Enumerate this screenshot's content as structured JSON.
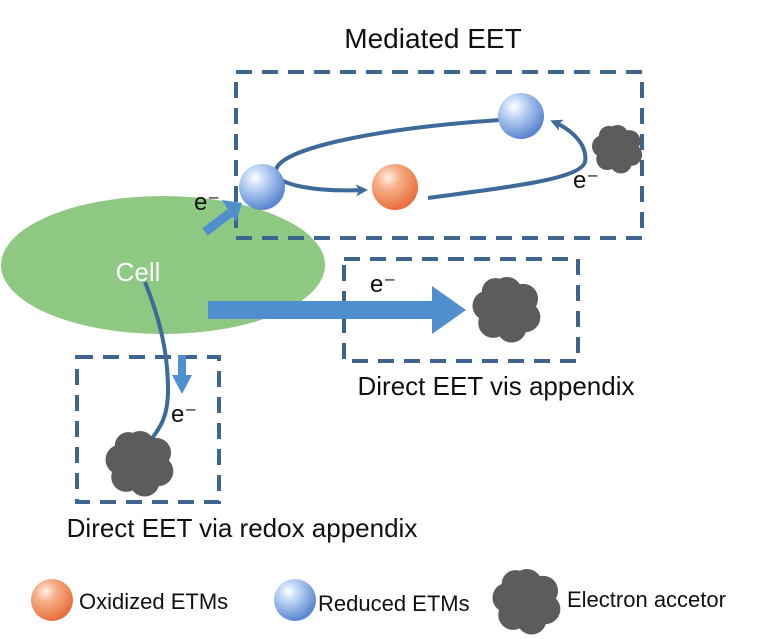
{
  "titles": {
    "mediated": "Mediated EET",
    "direct_appendix": "Direct EET vis appendix",
    "direct_redox": "Direct EET via redox appendix"
  },
  "cell_label": "Cell",
  "electron_symbol": "e⁻",
  "legend": {
    "oxidized": "Oxidized ETMs",
    "reduced": "Reduced ETMs",
    "acceptor": "Electron accetor"
  },
  "colors": {
    "cell": "#8fc882",
    "arrow": "#4f8fce",
    "flow": "#3e6a9a",
    "box_border": "#3f648d",
    "oxidized": "#f08a5a",
    "reduced": "#6f9ee0",
    "acceptor": "#5c5c5c"
  },
  "icons": [
    "oxidized-etm-icon",
    "reduced-etm-icon",
    "electron-acceptor-icon"
  ]
}
